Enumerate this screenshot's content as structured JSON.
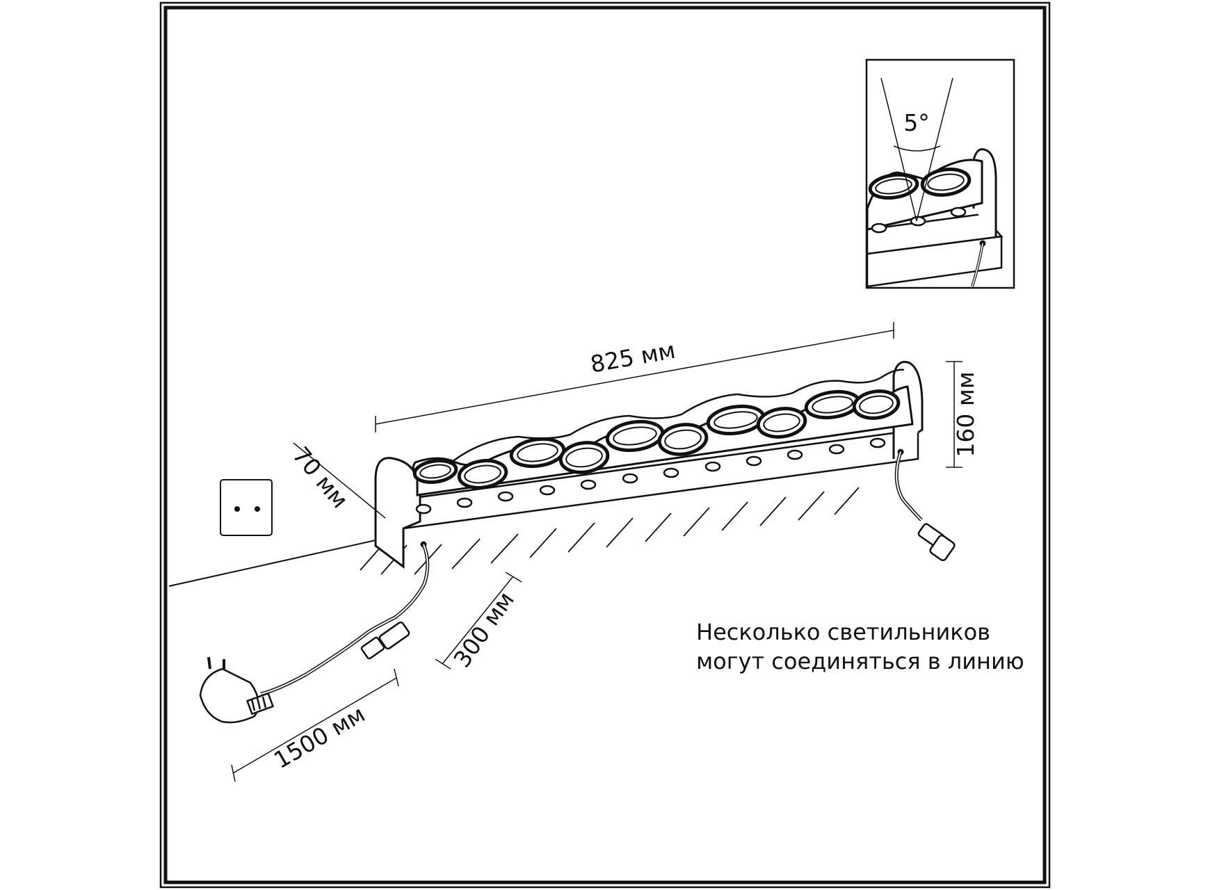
{
  "dimensions": {
    "length": "825 мм",
    "height": "160 мм",
    "depth": "70 мм",
    "floor_offset": "300 мм",
    "cable_length": "1500 мм"
  },
  "inset": {
    "beam_angle": "5°"
  },
  "note": {
    "line1": "Несколько светильников",
    "line2": "могут соединяться в линию"
  }
}
